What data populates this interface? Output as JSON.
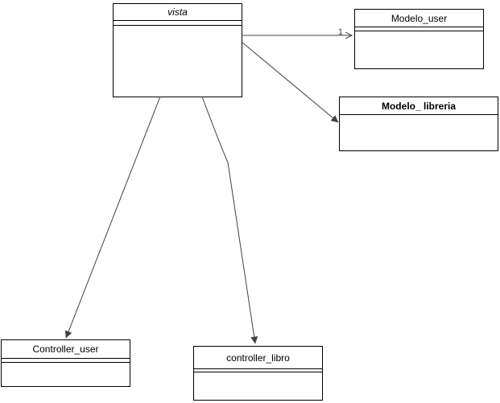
{
  "diagram": {
    "type": "uml-class-diagram",
    "background_color": "#ffffff",
    "box_border_color": "#000000",
    "box_fill_color": "#ffffff",
    "connector_color": "#424242",
    "classes": [
      {
        "id": "vista",
        "name": "vista",
        "name_style": "italic",
        "compartments": [
          "attributes",
          "methods"
        ]
      },
      {
        "id": "modelo_user",
        "name": "Modelo_user",
        "name_style": "regular",
        "compartments": [
          "attributes",
          "methods"
        ]
      },
      {
        "id": "modelo_libreria",
        "name": "Modelo_ libreria",
        "name_style": "bold",
        "compartments": [
          "methods"
        ]
      },
      {
        "id": "controller_user",
        "name": "Controller_user",
        "name_style": "regular",
        "compartments": [
          "attributes",
          "methods"
        ]
      },
      {
        "id": "controller_libro",
        "name": "controller_libro",
        "name_style": "regular",
        "compartments": [
          "attributes",
          "methods"
        ]
      }
    ],
    "edges": [
      {
        "from": "vista",
        "to": "modelo_user",
        "label": "1",
        "arrowhead": "open"
      },
      {
        "from": "vista",
        "to": "modelo_libreria",
        "label": "",
        "arrowhead": "filled"
      },
      {
        "from": "vista",
        "to": "controller_user",
        "label": "",
        "arrowhead": "filled"
      },
      {
        "from": "vista",
        "to": "controller_libro",
        "label": "",
        "arrowhead": "filled"
      }
    ]
  }
}
